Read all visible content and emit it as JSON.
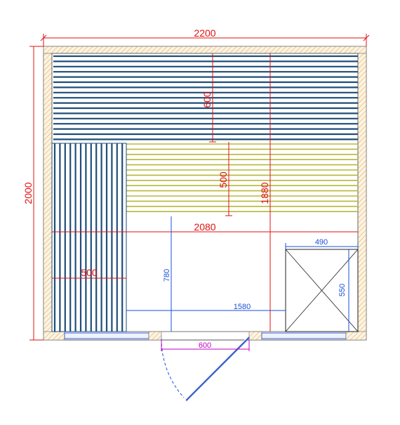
{
  "dimensions": {
    "total_width": "2200",
    "total_height": "2000",
    "inner_width": "2080",
    "inner_height": "1880",
    "upper_bench_depth": "600",
    "lower_bench_depth": "500",
    "side_bench_width": "500",
    "floor_clearance": "780",
    "bench_to_heater": "1580",
    "heater_width": "490",
    "heater_depth": "550",
    "door_width": "600"
  },
  "colors": {
    "dimension_red": "#e01010",
    "dimension_blue": "#1a4fd8",
    "door_magenta": "#c000c0",
    "upper_bench": "#1f4e79",
    "lower_bench": "#b8b83a",
    "side_bench": "#1f4e79",
    "wall_hatch": "#d8a050",
    "glass": "#3a62c8"
  }
}
